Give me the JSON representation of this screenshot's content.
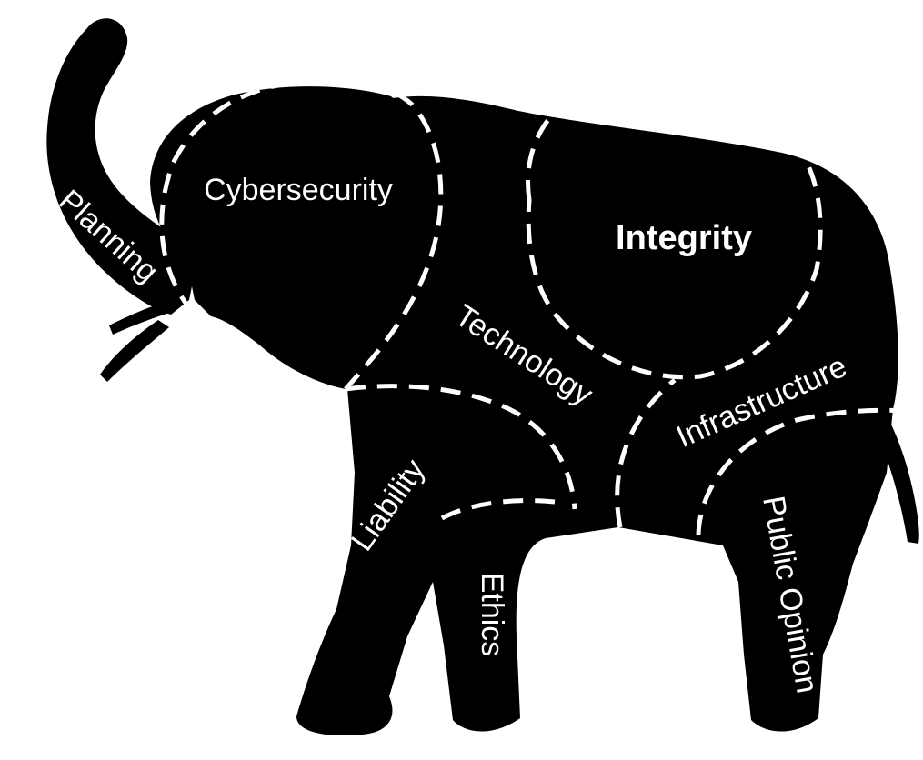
{
  "colors": {
    "silhouette": "#000000",
    "background": "#ffffff",
    "label": "#ffffff",
    "highlight": "#f0b400",
    "divider": "#ffffff"
  },
  "icon": "elephant-silhouette",
  "regions": {
    "planning": "Planning",
    "cybersecurity": "Cybersecurity",
    "integrity": "Integrity",
    "technology": "Technology",
    "infrastructure": "Infrastructure",
    "liability": "Liability",
    "ethics": "Ethics",
    "public_opinion": "Public Opinion"
  },
  "highlighted_region": "integrity"
}
